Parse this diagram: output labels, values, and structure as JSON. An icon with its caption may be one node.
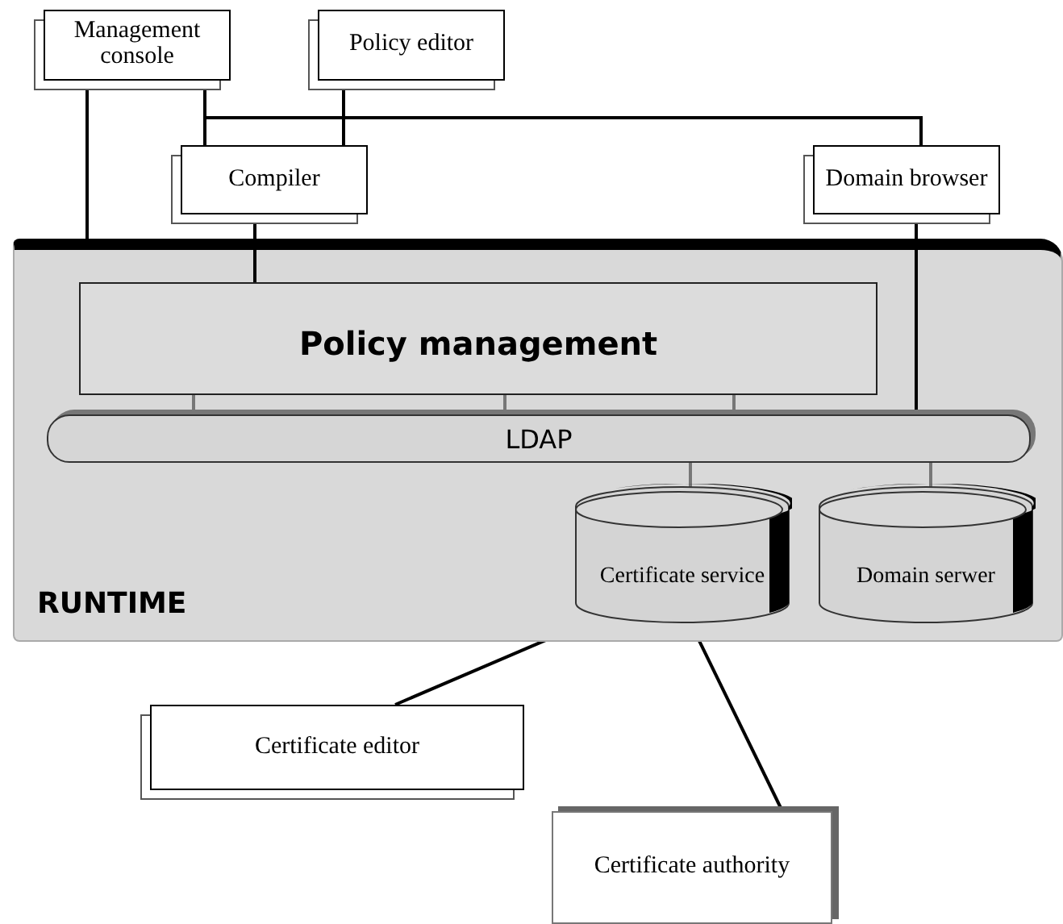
{
  "diagram": {
    "nodes": [
      {
        "text": [
          "Management console"
        ]
      },
      {
        "text": [
          "Policy editor"
        ]
      },
      {
        "text": [
          "Compiler"
        ]
      },
      {
        "text": [
          "Domain browser"
        ]
      },
      {
        "text": [
          "RUNTIME"
        ]
      },
      {
        "text": [
          "Policy management"
        ],
        "in": 4
      },
      {
        "text": [
          "LDAP"
        ],
        "in": 4
      },
      {
        "text": [
          "Certificate service"
        ],
        "in": 4
      },
      {
        "text": [
          "Domain serwer"
        ],
        "in": 4
      },
      {
        "text": [
          "Certificate editor"
        ]
      },
      {
        "text": [
          "Certificate authority"
        ]
      }
    ],
    "edges": [
      {
        "from": 0,
        "to": 4,
        "arrow": "none"
      },
      {
        "from": 0,
        "to": 2,
        "arrow": "none"
      },
      {
        "from": 1,
        "to": 2,
        "arrow": "none"
      },
      {
        "from": 0,
        "to": 3,
        "arrow": "none"
      },
      {
        "from": 1,
        "to": 3,
        "arrow": "none"
      },
      {
        "from": 2,
        "to": 5,
        "arrow": "none"
      },
      {
        "from": 3,
        "to": 6,
        "arrow": "none"
      },
      {
        "from": 5,
        "to": 6,
        "arrow": "none",
        "color": "#777777"
      },
      {
        "from": 5,
        "to": 6,
        "arrow": "none",
        "color": "#777777"
      },
      {
        "from": 5,
        "to": 6,
        "arrow": "none",
        "color": "#777777"
      },
      {
        "from": 6,
        "to": 7,
        "arrow": "none",
        "color": "#777777"
      },
      {
        "from": 6,
        "to": 8,
        "arrow": "none",
        "color": "#777777"
      },
      {
        "from": 7,
        "to": 9,
        "arrow": "none"
      },
      {
        "from": 7,
        "to": 10,
        "arrow": "none"
      }
    ]
  }
}
